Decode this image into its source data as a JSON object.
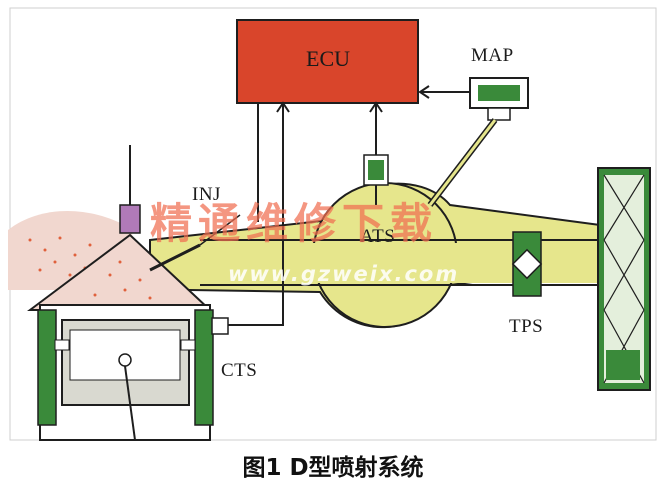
{
  "diagram": {
    "labels": {
      "ecu": "ECU",
      "map": "MAP",
      "inj": "INJ",
      "ats": "ATS",
      "tps": "TPS",
      "cts": "CTS"
    },
    "caption": "图1 D型喷射系统",
    "watermark": {
      "text": "精通维修下载",
      "url": "www.gzweix.com"
    },
    "colors": {
      "ecu_fill": "#d9452b",
      "intake_fill": "#e6e68c",
      "engine_fill": "#e8e2d6",
      "spray": "#e0603c",
      "green": "#3a8a3a",
      "line": "#1e1e1e"
    }
  }
}
